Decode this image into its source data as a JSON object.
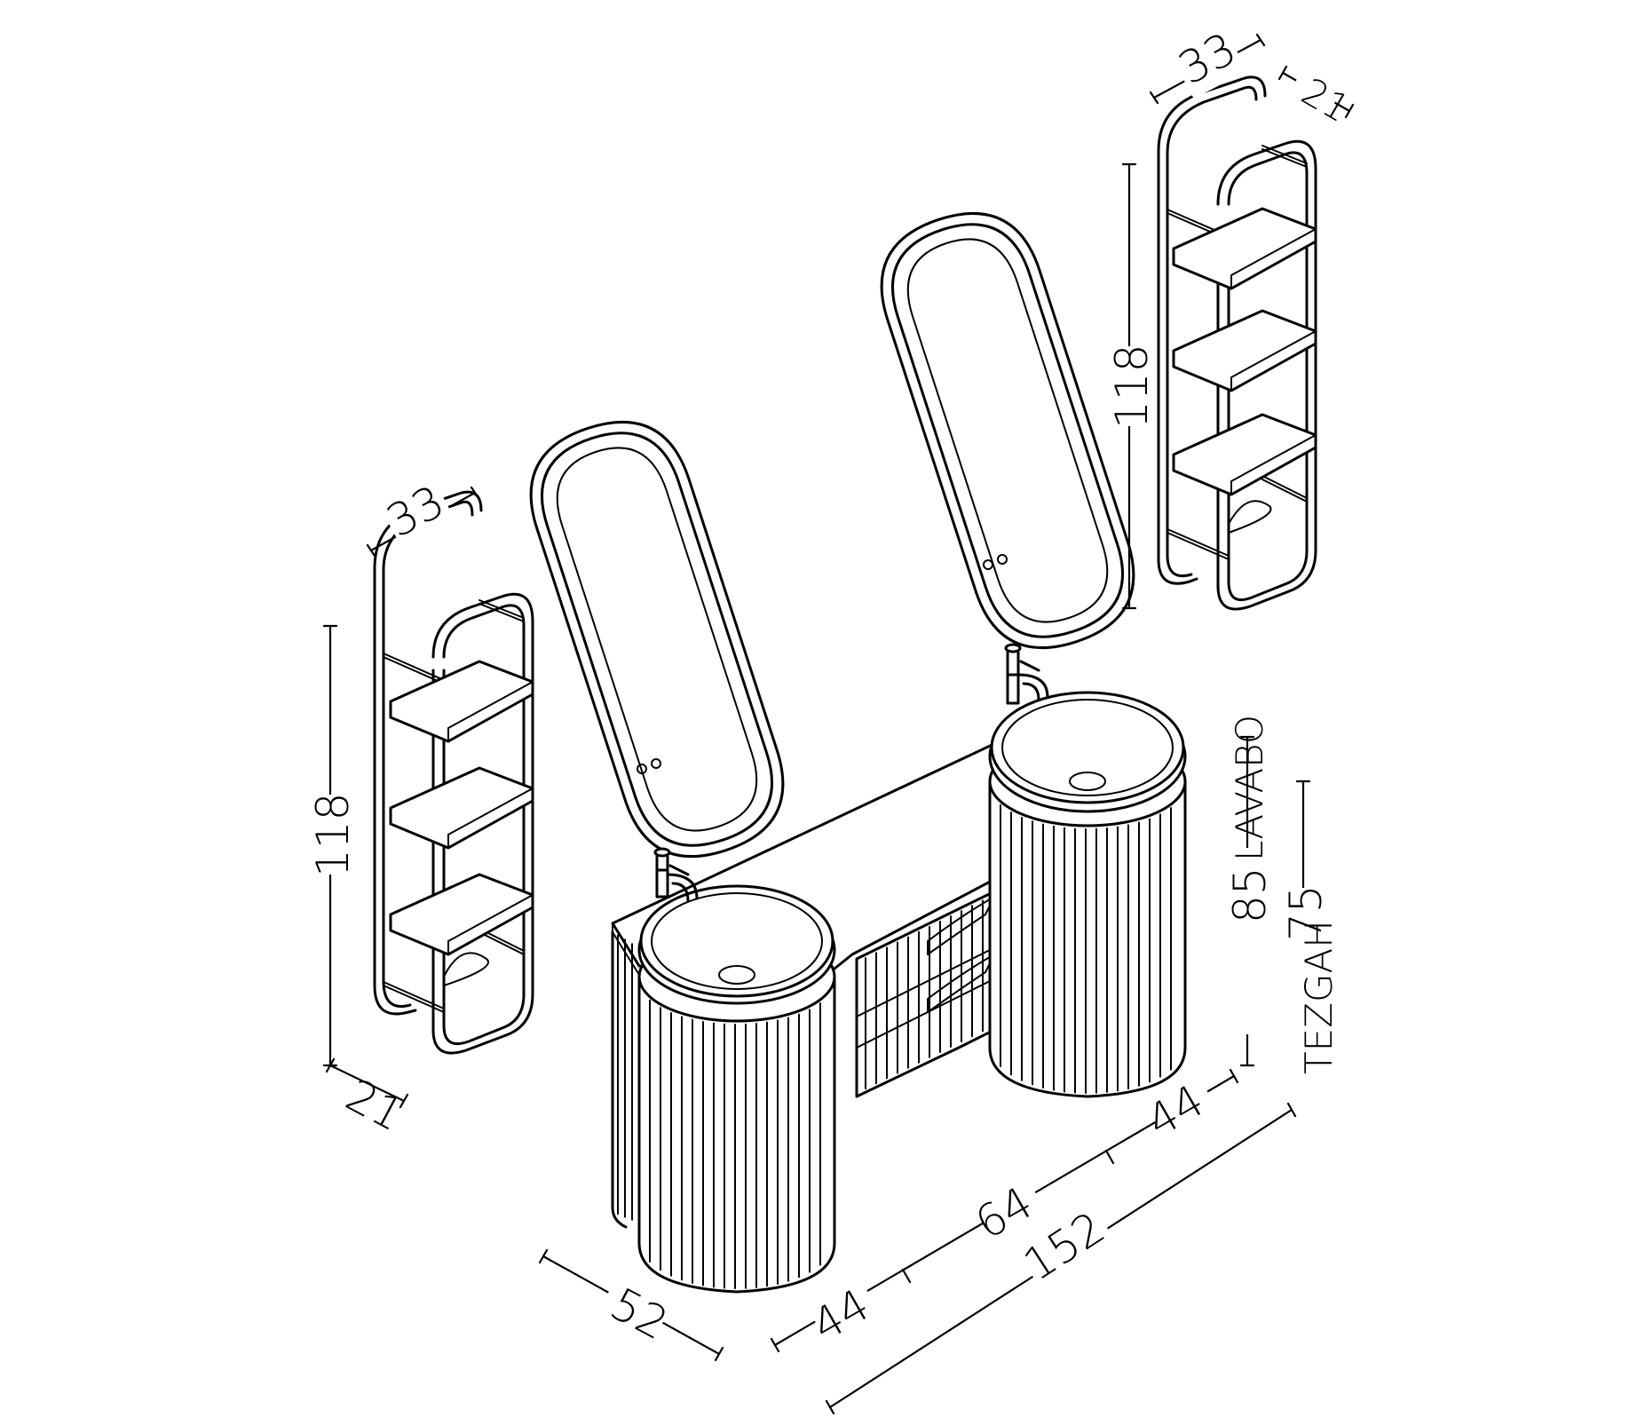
{
  "dimensions": {
    "left_shelf_width": "33",
    "left_shelf_height": "118",
    "left_shelf_depth": "21",
    "right_shelf_width": "33",
    "right_shelf_height": "118",
    "right_shelf_depth": "21",
    "vanity_depth": "52",
    "segment_left": "44",
    "segment_middle": "64",
    "segment_right": "44",
    "total_width": "152",
    "basin_height": "85",
    "counter_height": "75"
  },
  "labels": {
    "basin": "LAVABO",
    "counter": "TEZGAH"
  }
}
